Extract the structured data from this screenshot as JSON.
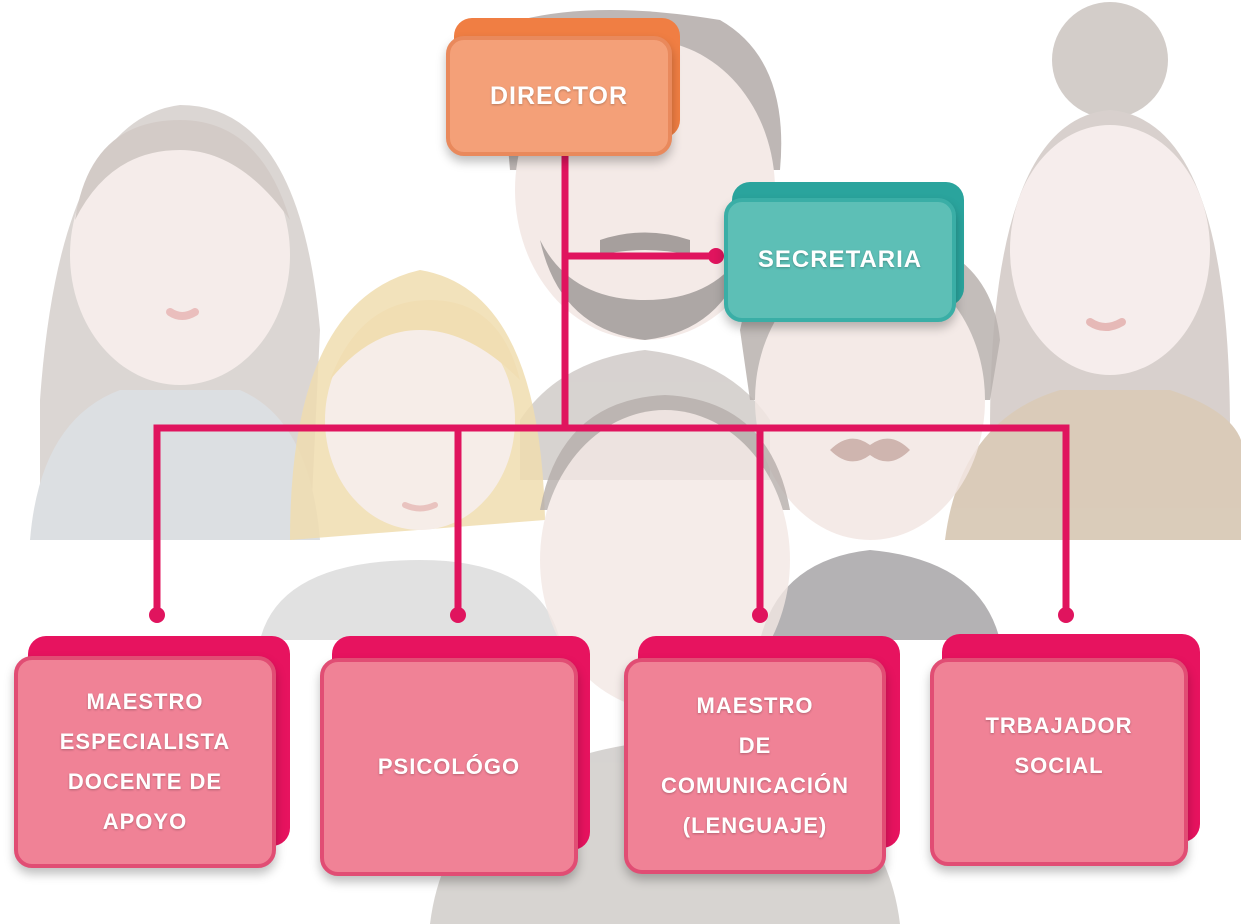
{
  "nodes": {
    "director": "DIRECTOR",
    "secretaria": "SECRETARIA",
    "maestro_especialista": "MAESTRO\nESPECIALISTA\nDOCENTE DE\nAPOYO",
    "psicologo": "PSICOLÓGO",
    "maestro_comunicacion": "MAESTRO\nDE\nCOMUNICACIÓN\n(LENGUAJE)",
    "trabajador_social": "TRBAJADOR\nSOCIAL"
  },
  "colors": {
    "director_fill": "#f4a078",
    "director_back": "#f07e43",
    "secretaria_fill": "#5dbfb6",
    "secretaria_back": "#2aa49d",
    "staff_fill": "#f08296",
    "staff_back": "#e7135f",
    "connector": "#e0145e"
  },
  "background_illustration": "faded group of people avatars"
}
